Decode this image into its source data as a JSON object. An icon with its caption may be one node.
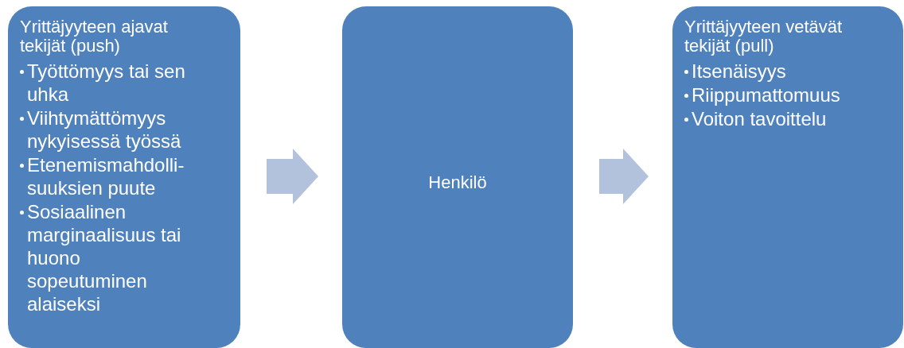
{
  "diagram": {
    "nodes": [
      {
        "text": [
          "Yrittäjyyteen ajavat tekijät (push)",
          "Työttömyys tai sen uhka",
          "Viihtymättömyys nykyisessä työssä",
          "Etenemismahdolli-suuksien puute",
          "Sosiaalinen marginaalisuus tai huono sopeutuminen alaiseksi"
        ]
      },
      {
        "text": [
          "Henkilö"
        ]
      },
      {
        "text": [
          "Yrittäjyyteen vetävät tekijät (pull)",
          "Itsenäisyys",
          "Riippumattomuus",
          "Voiton tavoittelu"
        ]
      }
    ],
    "edges": [
      {
        "from": 0,
        "to": 1,
        "arrow": "to"
      },
      {
        "from": 1,
        "to": 2,
        "arrow": "to"
      }
    ]
  }
}
